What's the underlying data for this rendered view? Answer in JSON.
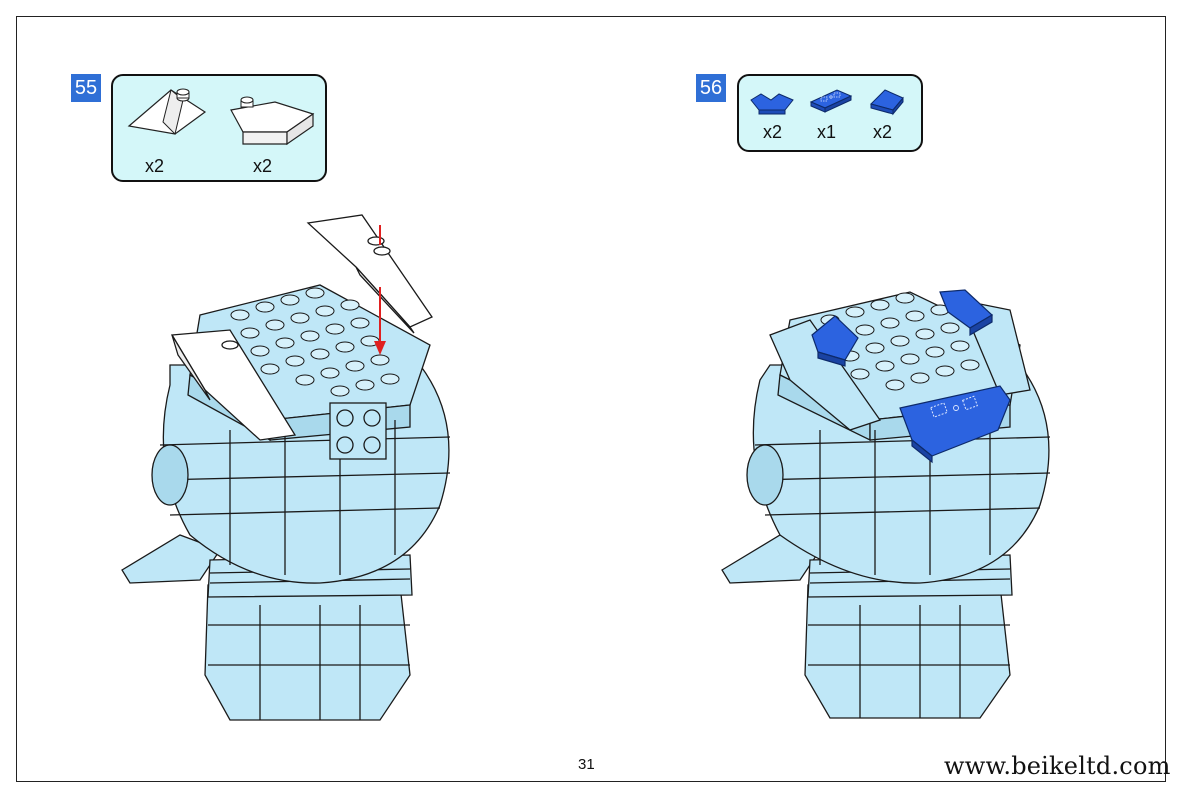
{
  "steps": [
    {
      "number": "55",
      "parts": [
        {
          "icon": "white-wedge-slope-icon",
          "qty": "x2",
          "color": "#ffffff"
        },
        {
          "icon": "white-curved-slope-icon",
          "qty": "x2",
          "color": "#ffffff"
        }
      ]
    },
    {
      "number": "56",
      "parts": [
        {
          "icon": "blue-curved-slope-icon",
          "qty": "x2",
          "color": "#2c63e0"
        },
        {
          "icon": "blue-printed-tile-icon",
          "qty": "x1",
          "color": "#2c63e0"
        },
        {
          "icon": "blue-slope-icon",
          "qty": "x2",
          "color": "#2c63e0"
        }
      ]
    }
  ],
  "colors": {
    "badge": "#2f6fd6",
    "parts_box_bg": "#d4f7f9",
    "model_body": "#bfe7f7",
    "blue_parts": "#2c63e0",
    "arrow": "#e02020"
  },
  "page_number": "31",
  "website": "www.beikeltd.com"
}
